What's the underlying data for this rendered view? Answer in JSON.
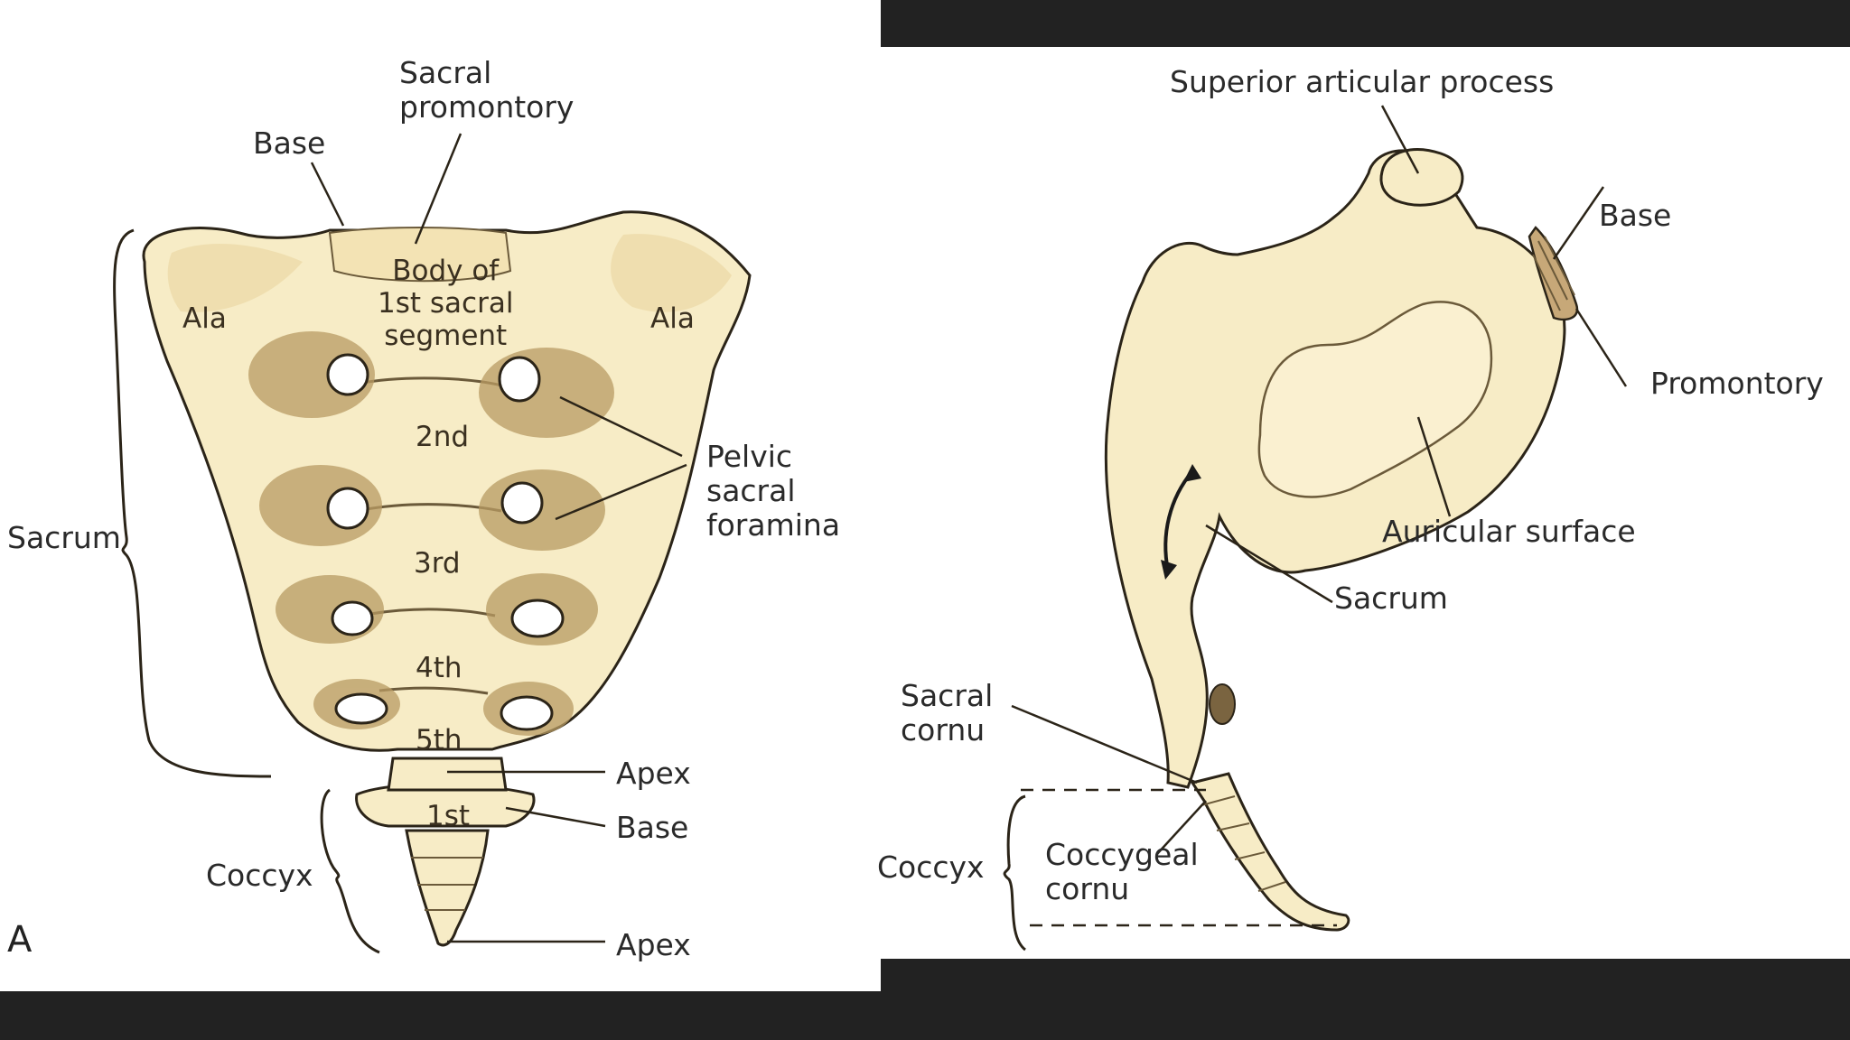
{
  "figure_left": {
    "panel_letter": "A",
    "labels": {
      "sacral_promontory": "Sacral\npromontory",
      "base_top": "Base",
      "body_first": "Body of\n1st sacral\nsegment",
      "ala_left": "Ala",
      "ala_right": "Ala",
      "second": "2nd",
      "third": "3rd",
      "fourth": "4th",
      "fifth": "5th",
      "coccyx_first": "1st",
      "pelvic_foramina": "Pelvic\nsacral\nforamina",
      "sacrum": "Sacrum",
      "apex_sacrum": "Apex",
      "base_coccyx": "Base",
      "coccyx": "Coccyx",
      "apex_coccyx": "Apex"
    }
  },
  "figure_right": {
    "labels": {
      "superior_articular": "Superior articular process",
      "base": "Base",
      "promontory": "Promontory",
      "auricular_surface": "Auricular surface",
      "sacrum": "Sacrum",
      "sacral_cornu": "Sacral\ncornu",
      "coccyx": "Coccyx",
      "coccygeal_cornu": "Coccygeal\ncornu"
    }
  },
  "colors": {
    "bone_fill": "#f7ecc6",
    "bone_shadow": "#e8d29a",
    "outline": "#2b2418",
    "background_panel": "#ffffff",
    "background_outer": "#222222"
  }
}
